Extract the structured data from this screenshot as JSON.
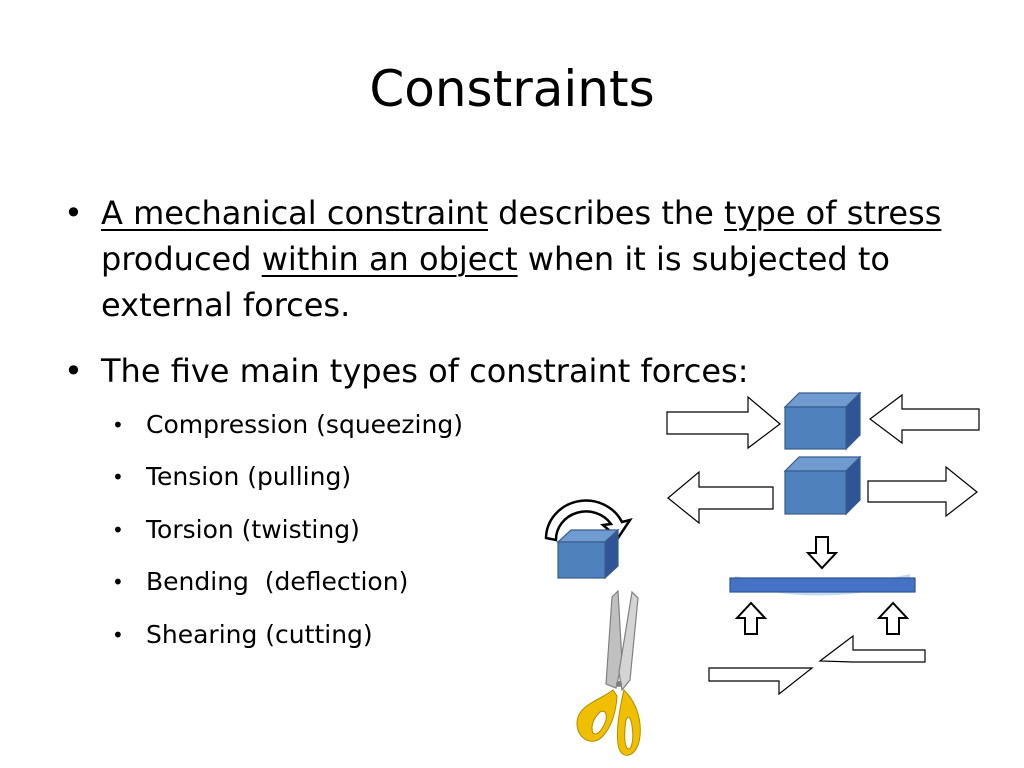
{
  "slide": {
    "title": "Constraints",
    "bullet1": {
      "part1": "A mechanical constraint",
      "part2": " describes the ",
      "part3": "type of stress",
      "part4": " produced ",
      "part5": "within an object",
      "part6": " when it is subjected to external forces."
    },
    "bullet2": "The five main types of constraint forces:",
    "subitems": [
      {
        "label": "Compression (squeezing)"
      },
      {
        "label": "Tension (pulling)"
      },
      {
        "label": "Torsion (twisting)"
      },
      {
        "label": "Bending  (deflection)"
      },
      {
        "label": "Shearing (cutting)"
      }
    ],
    "bullet_glyph": "•"
  },
  "colors": {
    "cube_front": "#4f81bd",
    "cube_top": "#6f9bd1",
    "cube_side": "#2f5597",
    "cube_edge": "#385d8a",
    "scissors_handle": "#f0c000",
    "scissors_blade": "#b8b8b8",
    "beam": "#4472c4"
  }
}
